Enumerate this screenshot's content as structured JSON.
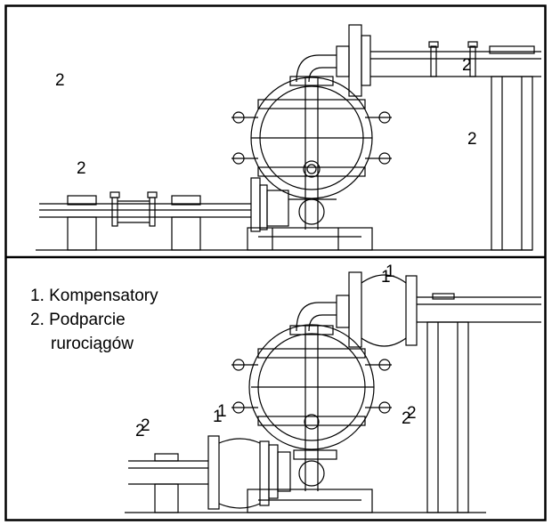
{
  "top_diagram": {
    "labels": [
      {
        "id": "l1",
        "text": "2"
      },
      {
        "id": "l2",
        "text": "2"
      },
      {
        "id": "l3",
        "text": "2"
      },
      {
        "id": "l4",
        "text": "2"
      }
    ]
  },
  "bottom_diagram": {
    "labels": [
      {
        "id": "b1",
        "text": "1"
      },
      {
        "id": "b2",
        "text": "1"
      },
      {
        "id": "b3",
        "text": "1"
      },
      {
        "id": "b4",
        "text": "1"
      },
      {
        "id": "b5",
        "text": "2"
      },
      {
        "id": "b6",
        "text": "2"
      },
      {
        "id": "b7",
        "text": "2"
      },
      {
        "id": "b8",
        "text": "2"
      }
    ]
  },
  "legend": {
    "item1": "1. Kompensatory",
    "item2": "2. Podparcie",
    "item2_cont": "rurociągów"
  }
}
